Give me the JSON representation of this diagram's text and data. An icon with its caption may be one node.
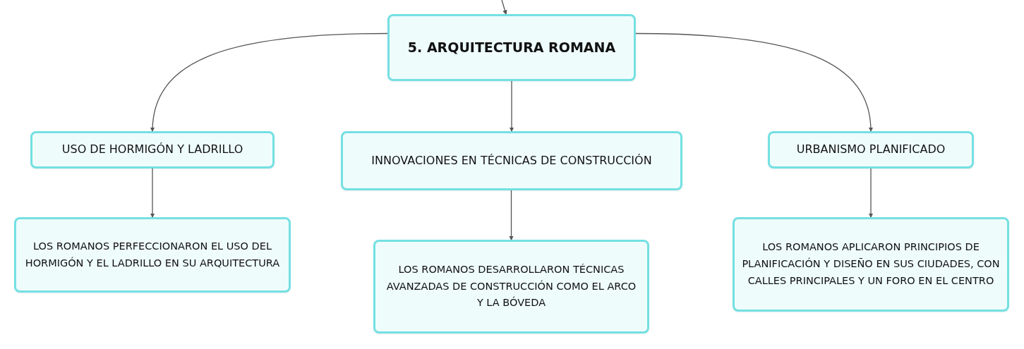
{
  "diagram": {
    "nodes": [
      {
        "text": [
          "5. ARQUITECTURA ROMANA"
        ]
      },
      {
        "text": [
          "USO DE HORMIGÓN Y LADRILLO"
        ]
      },
      {
        "text": [
          "INNOVACIONES EN TÉCNICAS DE CONSTRUCCIÓN"
        ]
      },
      {
        "text": [
          "URBANISMO PLANIFICADO"
        ]
      },
      {
        "text": [
          "LOS ROMANOS PERFECCIONARON EL USO DEL HORMIGÓN Y EL LADRILLO EN SU ARQUITECTURA"
        ]
      },
      {
        "text": [
          "LOS ROMANOS DESARROLLARON TÉCNICAS AVANZADAS DE CONSTRUCCIÓN COMO EL ARCO Y LA BÓVEDA"
        ]
      },
      {
        "text": [
          "LOS ROMANOS APLICARON PRINCIPIOS DE PLANIFICACIÓN Y DISEÑO EN SUS CIUDADES, CON CALLES PRINCIPALES Y UN FORO EN EL CENTRO"
        ]
      }
    ],
    "edges": [
      {
        "from": null,
        "to": 0,
        "arrow": "to"
      },
      {
        "from": 0,
        "to": 1,
        "arrow": "to"
      },
      {
        "from": 0,
        "to": 2,
        "arrow": "to"
      },
      {
        "from": 0,
        "to": 3,
        "arrow": "to"
      },
      {
        "from": 1,
        "to": 4,
        "arrow": "to"
      },
      {
        "from": 2,
        "to": 5,
        "arrow": "to"
      },
      {
        "from": 3,
        "to": 6,
        "arrow": "to"
      }
    ]
  }
}
